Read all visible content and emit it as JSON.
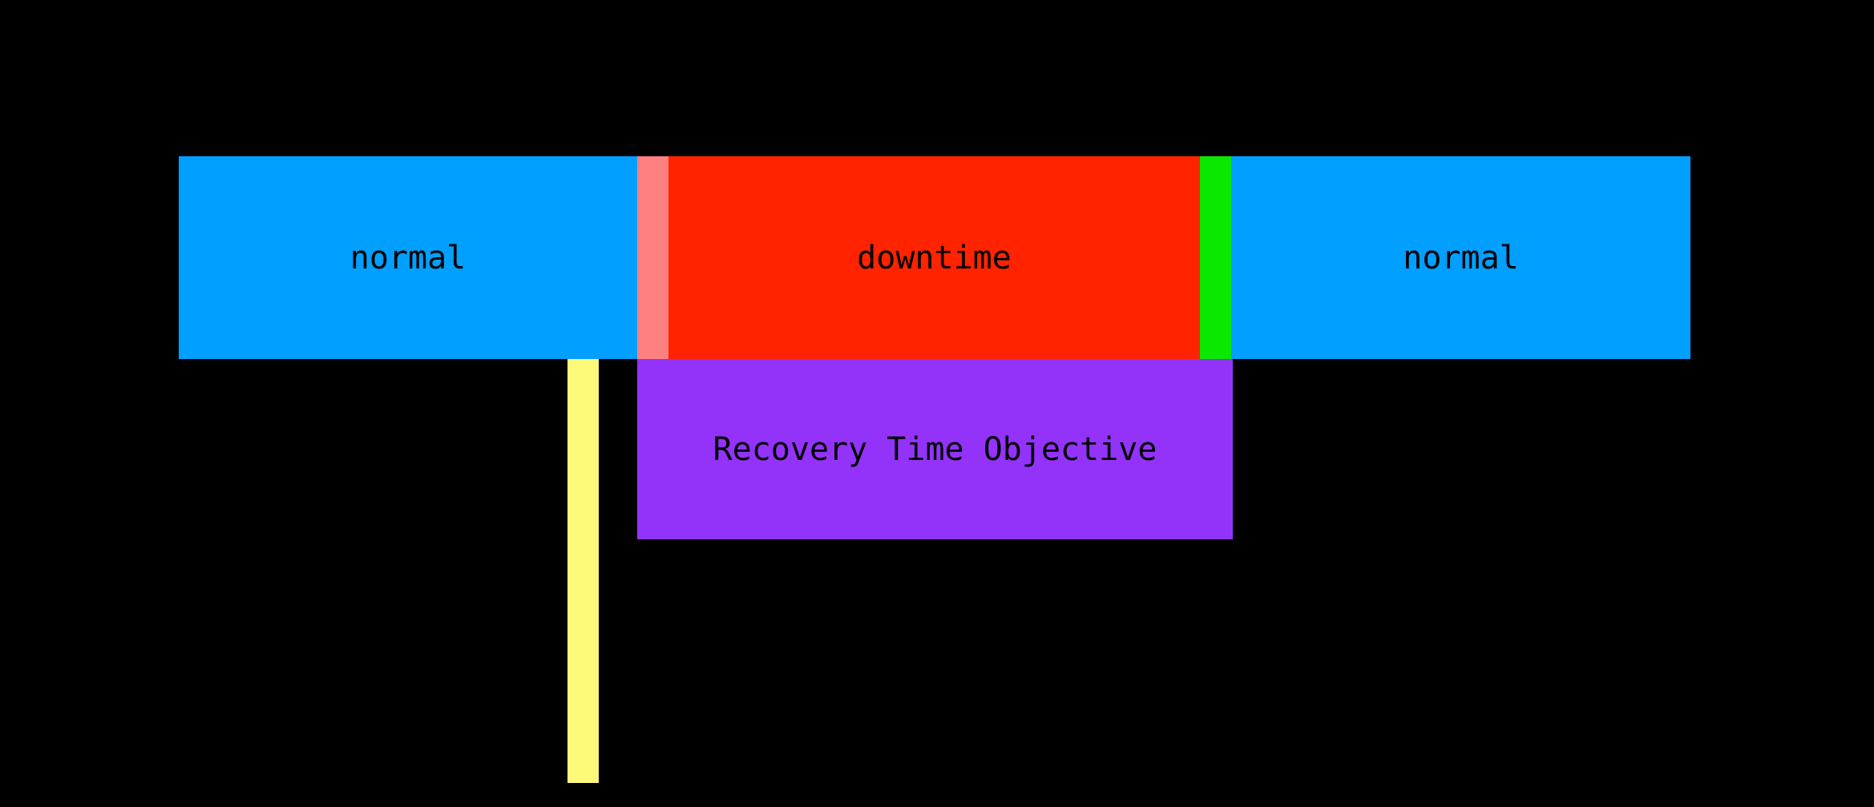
{
  "background": "#000000",
  "text_color": "#000000",
  "timeline": {
    "segments": [
      {
        "id": "normal-before",
        "label": "normal",
        "color": "#019FFF",
        "role": "service-operating-normally"
      },
      {
        "id": "degradation",
        "label": "",
        "color": "#FF8080",
        "role": "pre-failure-transition"
      },
      {
        "id": "downtime",
        "label": "downtime",
        "color": "#FF2300",
        "role": "service-unavailable"
      },
      {
        "id": "restoration",
        "label": "",
        "color": "#0BE800",
        "role": "service-restored"
      },
      {
        "id": "normal-after",
        "label": "normal",
        "color": "#019FFF",
        "role": "service-operating-normally"
      }
    ]
  },
  "rto": {
    "label": "Recovery Time Objective",
    "color": "#9333FA"
  },
  "event_marker": {
    "color": "#FFF97A",
    "label": ""
  },
  "chart_data": {
    "type": "bar",
    "title": "",
    "xlabel": "",
    "ylabel": "",
    "orientation": "horizontal-timeline",
    "grid": false,
    "legend": "none",
    "categories": [
      "normal",
      "degradation",
      "downtime",
      "restoration",
      "normal"
    ],
    "values": [
      572,
      39,
      663,
      39,
      573
    ],
    "colors": [
      "#019FFF",
      "#FF8080",
      "#FF2300",
      "#0BE800",
      "#019FFF"
    ],
    "annotations": [
      {
        "text": "normal",
        "segment": "normal-before"
      },
      {
        "text": "downtime",
        "segment": "downtime"
      },
      {
        "text": "normal",
        "segment": "normal-after"
      },
      {
        "text": "Recovery Time Objective",
        "spans": [
          "degradation",
          "downtime",
          "restoration"
        ],
        "color": "#9333FA"
      }
    ],
    "xlim": [
      0,
      1886
    ]
  }
}
